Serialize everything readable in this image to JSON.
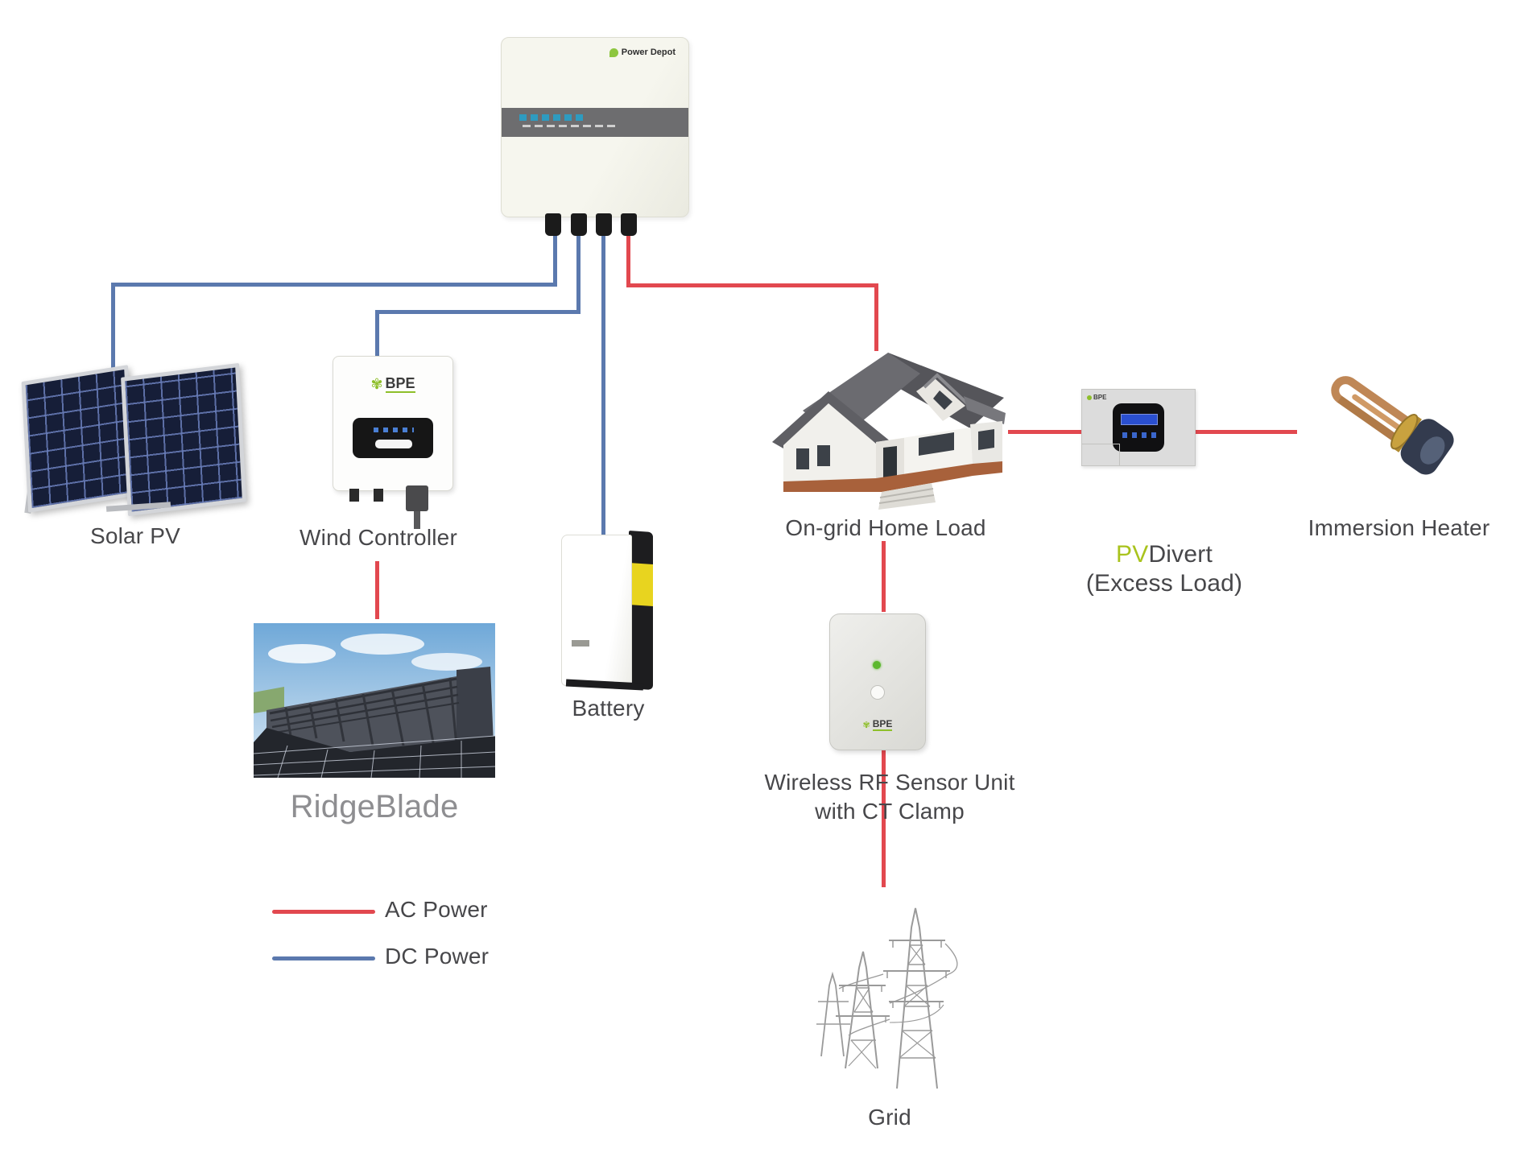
{
  "inverter": {
    "brand": "Power Depot"
  },
  "solar": {
    "label": "Solar PV"
  },
  "wind": {
    "label": "Wind Controller",
    "brand": "BPE"
  },
  "battery": {
    "label": "Battery"
  },
  "ridgeblade": {
    "label": "RidgeBlade"
  },
  "home": {
    "label": "On-grid Home Load"
  },
  "divert": {
    "label_pv": "PV",
    "label_rest": "Divert",
    "label_sub": "(Excess Load)",
    "brand": "BPE"
  },
  "heater": {
    "label": "Immersion Heater"
  },
  "sensor": {
    "label1": "Wireless RF Sensor Unit",
    "label2": "with CT Clamp",
    "brand": "BPE"
  },
  "grid": {
    "label": "Grid"
  },
  "legend": {
    "ac_label": "AC Power",
    "dc_label": "DC Power"
  },
  "colors": {
    "ac_power": "#e2484f",
    "dc_power": "#5b79ae",
    "pv_green": "#a9c31d"
  }
}
